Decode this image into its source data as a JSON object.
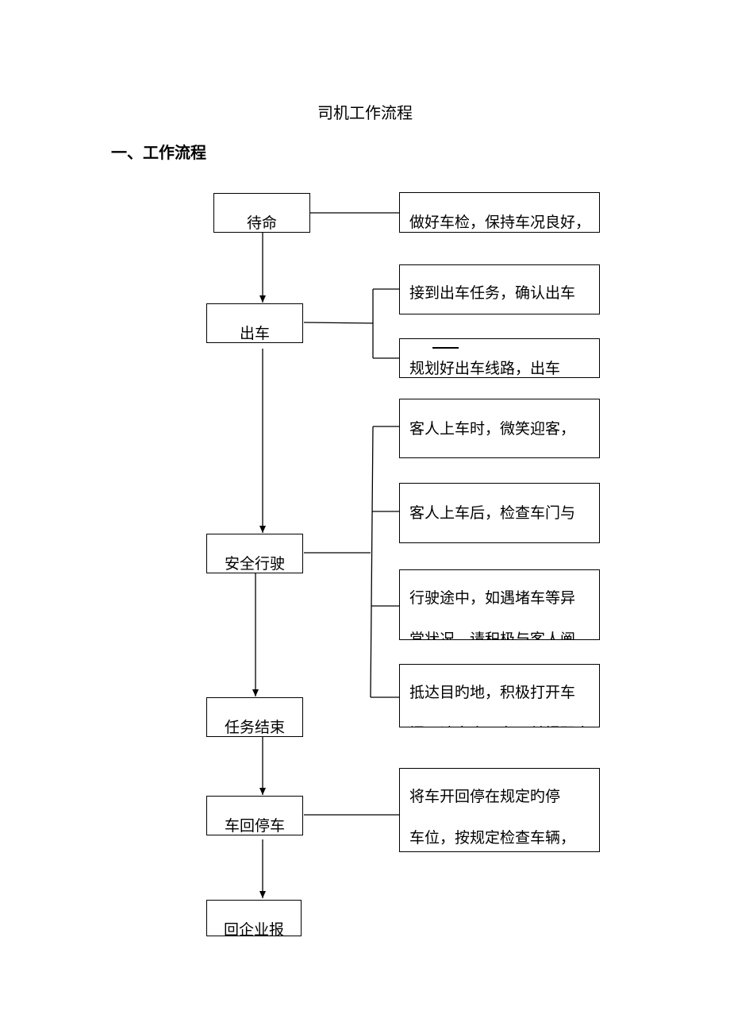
{
  "page": {
    "title": "司机工作流程",
    "section_heading": "一、工作流程"
  },
  "steps": [
    {
      "label": "待命"
    },
    {
      "label": "出车"
    },
    {
      "label": "安全行驶"
    },
    {
      "label": "任务结束"
    },
    {
      "label": "车回停车"
    },
    {
      "label": "回企业报"
    }
  ],
  "notes": {
    "standby": "做好车检，保持车况良好，",
    "depart_confirm": "接到出车任务，确认出车",
    "depart_route": "规划好出车线路，出车",
    "drive_greet": "客人上车时，微笑迎客，",
    "drive_check": "客人上车后，检查车门与",
    "drive_jam_line1": "行驶途中，如遇堵车等异",
    "drive_jam_line2": "常状况，请积极与客人阐",
    "drive_arrive_line1": "抵达目旳地，积极打开车",
    "drive_arrive_line2": "门，请客人下车，并提醒客",
    "park_line1": "将车开回停在规定旳停",
    "park_line2": "车位，按规定检查车辆，"
  }
}
